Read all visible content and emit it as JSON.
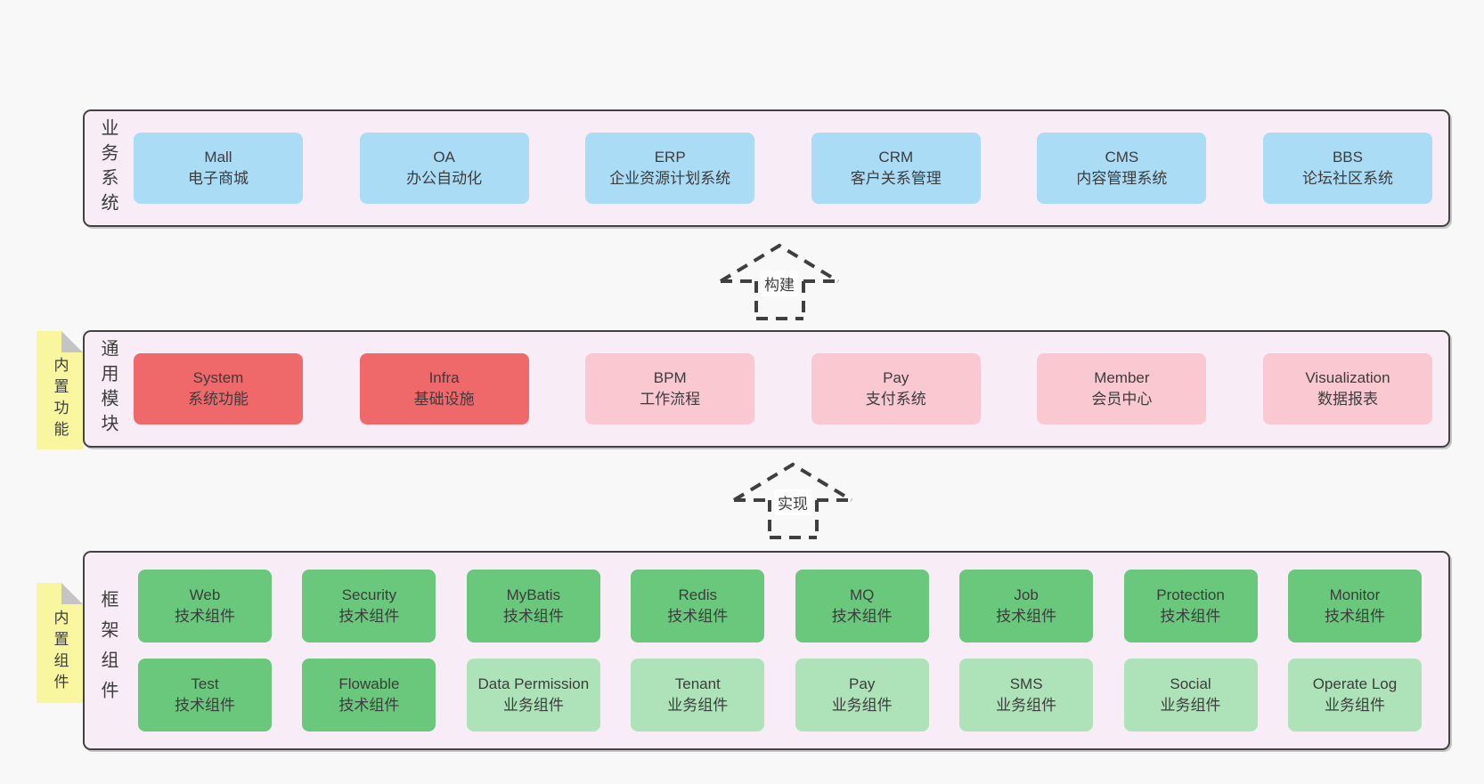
{
  "colors": {
    "page_bg": "#f8f8f8",
    "band_bg": "#f8edf6",
    "band_border": "#424242",
    "blue": "#aadcf6",
    "red": "#f0696a",
    "pink": "#f9c8d1",
    "green_dark": "#69c87c",
    "green_light": "#aee3b9",
    "sticky_yellow": "#f8f7a0",
    "sticky_fold": "#c4c4c4",
    "text": "#3c3c3c"
  },
  "bands": [
    {
      "name": "business-systems",
      "side_label": "业务系统",
      "sticky_label": null,
      "rows": [
        [
          {
            "name": "Mall",
            "desc": "电子商城",
            "variant": "blue"
          },
          {
            "name": "OA",
            "desc": "办公自动化",
            "variant": "blue"
          },
          {
            "name": "ERP",
            "desc": "企业资源计划系统",
            "variant": "blue"
          },
          {
            "name": "CRM",
            "desc": "客户关系管理",
            "variant": "blue"
          },
          {
            "name": "CMS",
            "desc": "内容管理系统",
            "variant": "blue"
          },
          {
            "name": "BBS",
            "desc": "论坛社区系统",
            "variant": "blue"
          }
        ]
      ]
    },
    {
      "name": "common-modules",
      "side_label": "通用模块",
      "sticky_label": "内置功能",
      "rows": [
        [
          {
            "name": "System",
            "desc": "系统功能",
            "variant": "red"
          },
          {
            "name": "Infra",
            "desc": "基础设施",
            "variant": "red"
          },
          {
            "name": "BPM",
            "desc": "工作流程",
            "variant": "pink"
          },
          {
            "name": "Pay",
            "desc": "支付系统",
            "variant": "pink"
          },
          {
            "name": "Member",
            "desc": "会员中心",
            "variant": "pink"
          },
          {
            "name": "Visualization",
            "desc": "数据报表",
            "variant": "pink"
          }
        ]
      ]
    },
    {
      "name": "framework-components",
      "side_label": "框架组件",
      "sticky_label": "内置组件",
      "rows": [
        [
          {
            "name": "Web",
            "desc": "技术组件",
            "variant": "green-dark"
          },
          {
            "name": "Security",
            "desc": "技术组件",
            "variant": "green-dark"
          },
          {
            "name": "MyBatis",
            "desc": "技术组件",
            "variant": "green-dark"
          },
          {
            "name": "Redis",
            "desc": "技术组件",
            "variant": "green-dark"
          },
          {
            "name": "MQ",
            "desc": "技术组件",
            "variant": "green-dark"
          },
          {
            "name": "Job",
            "desc": "技术组件",
            "variant": "green-dark"
          },
          {
            "name": "Protection",
            "desc": "技术组件",
            "variant": "green-dark"
          },
          {
            "name": "Monitor",
            "desc": "技术组件",
            "variant": "green-dark"
          }
        ],
        [
          {
            "name": "Test",
            "desc": "技术组件",
            "variant": "green-dark"
          },
          {
            "name": "Flowable",
            "desc": "技术组件",
            "variant": "green-dark"
          },
          {
            "name": "Data Permission",
            "desc": "业务组件",
            "variant": "green-light"
          },
          {
            "name": "Tenant",
            "desc": "业务组件",
            "variant": "green-light"
          },
          {
            "name": "Pay",
            "desc": "业务组件",
            "variant": "green-light"
          },
          {
            "name": "SMS",
            "desc": "业务组件",
            "variant": "green-light"
          },
          {
            "name": "Social",
            "desc": "业务组件",
            "variant": "green-light"
          },
          {
            "name": "Operate Log",
            "desc": "业务组件",
            "variant": "green-light"
          }
        ]
      ]
    }
  ],
  "arrows": [
    {
      "label": "构建"
    },
    {
      "label": "实现"
    }
  ]
}
